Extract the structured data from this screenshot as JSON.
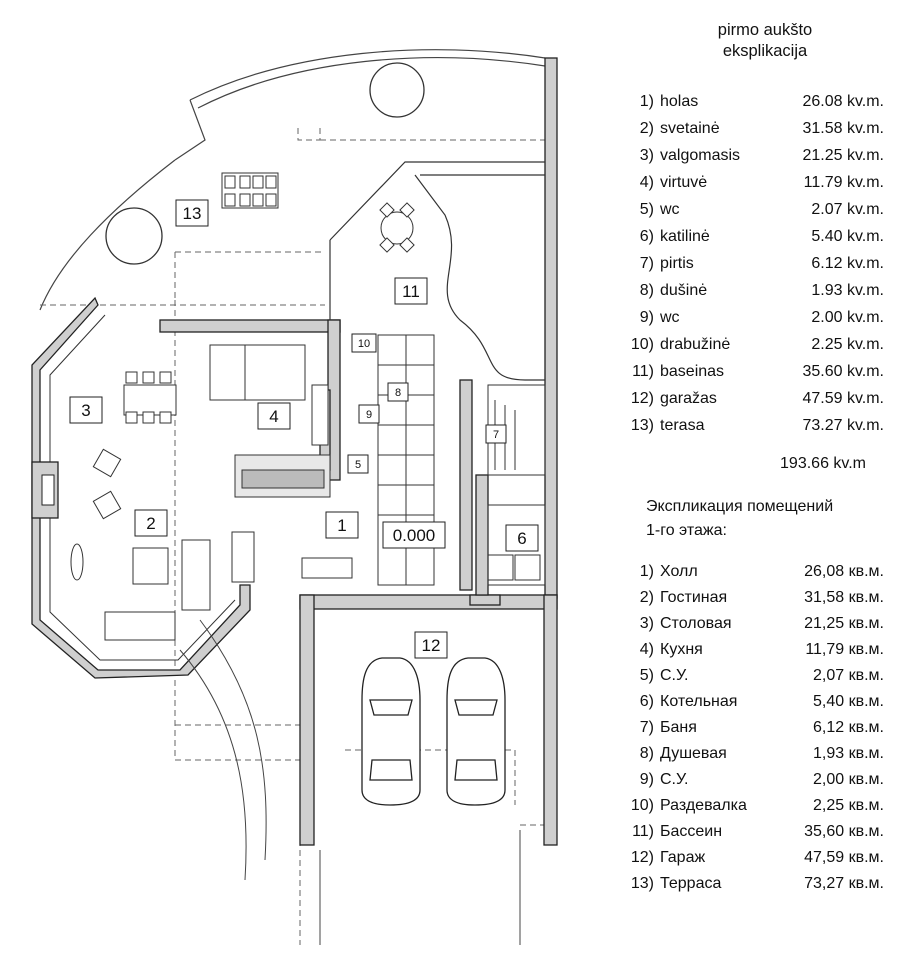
{
  "plan": {
    "labels": [
      "1",
      "2",
      "3",
      "4",
      "5",
      "6",
      "7",
      "8",
      "9",
      "10",
      "11",
      "12",
      "13"
    ],
    "level": "0.000"
  },
  "legend_lt": {
    "title_line1": "pirmo aukšto",
    "title_line2": "eksplikacija",
    "rooms": [
      {
        "num": "1)",
        "name": "holas",
        "area": "26.08 kv.m."
      },
      {
        "num": "2)",
        "name": "svetainė",
        "area": "31.58 kv.m."
      },
      {
        "num": "3)",
        "name": "valgomasis",
        "area": "21.25 kv.m."
      },
      {
        "num": "4)",
        "name": "virtuvė",
        "area": "11.79 kv.m."
      },
      {
        "num": "5)",
        "name": "wc",
        "area": "2.07 kv.m."
      },
      {
        "num": "6)",
        "name": "katilinė",
        "area": "5.40 kv.m."
      },
      {
        "num": "7)",
        "name": "pirtis",
        "area": "6.12 kv.m."
      },
      {
        "num": "8)",
        "name": "dušinė",
        "area": "1.93 kv.m."
      },
      {
        "num": "9)",
        "name": "wc",
        "area": "2.00 kv.m."
      },
      {
        "num": "10)",
        "name": "drabužinė",
        "area": "2.25 kv.m."
      },
      {
        "num": "11)",
        "name": "baseinas",
        "area": "35.60 kv.m."
      },
      {
        "num": "12)",
        "name": "garažas",
        "area": "47.59 kv.m."
      },
      {
        "num": "13)",
        "name": "terasa",
        "area": "73.27 kv.m."
      }
    ],
    "total": "193.66 kv.m"
  },
  "legend_ru": {
    "title_line1": "Экспликация помещений",
    "title_line2": "1-го этажа:",
    "rooms": [
      {
        "num": "1)",
        "name": "Холл",
        "area": "26,08 кв.м."
      },
      {
        "num": "2)",
        "name": "Гостиная",
        "area": "31,58 кв.м."
      },
      {
        "num": "3)",
        "name": "Столовая",
        "area": "21,25 кв.м."
      },
      {
        "num": "4)",
        "name": "Кухня",
        "area": "11,79 кв.м."
      },
      {
        "num": "5)",
        "name": "С.У.",
        "area": "2,07 кв.м."
      },
      {
        "num": "6)",
        "name": "Котельная",
        "area": "5,40 кв.м."
      },
      {
        "num": "7)",
        "name": "Баня",
        "area": "6,12 кв.м."
      },
      {
        "num": "8)",
        "name": "Душевая",
        "area": "1,93 кв.м."
      },
      {
        "num": "9)",
        "name": "С.У.",
        "area": "2,00 кв.м."
      },
      {
        "num": "10)",
        "name": "Раздевалка",
        "area": "2,25 кв.м."
      },
      {
        "num": "11)",
        "name": "Бассеин",
        "area": "35,60 кв.м."
      },
      {
        "num": "12)",
        "name": "Гараж",
        "area": "47,59 кв.м."
      },
      {
        "num": "13)",
        "name": "Терраса",
        "area": "73,27 кв.м."
      }
    ]
  }
}
